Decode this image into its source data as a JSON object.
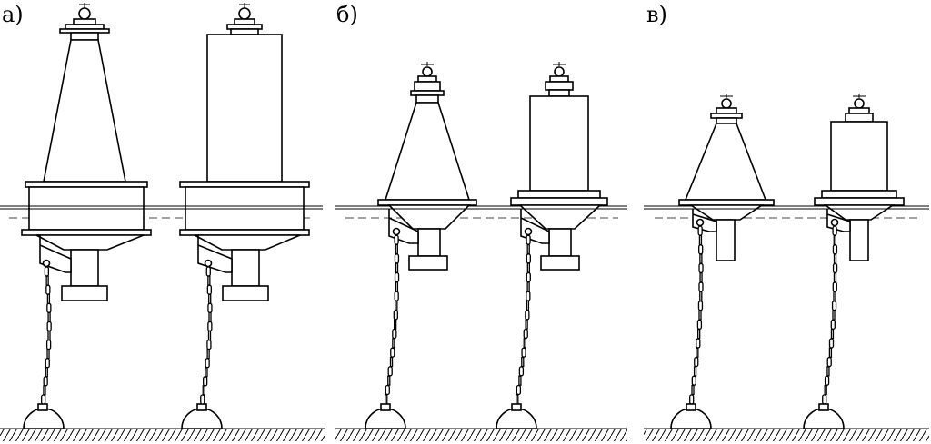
{
  "panels": [
    {
      "label": "а)"
    },
    {
      "label": "б)"
    },
    {
      "label": "в)"
    }
  ],
  "colors": {
    "line": "#000000",
    "background": "#ffffff"
  }
}
